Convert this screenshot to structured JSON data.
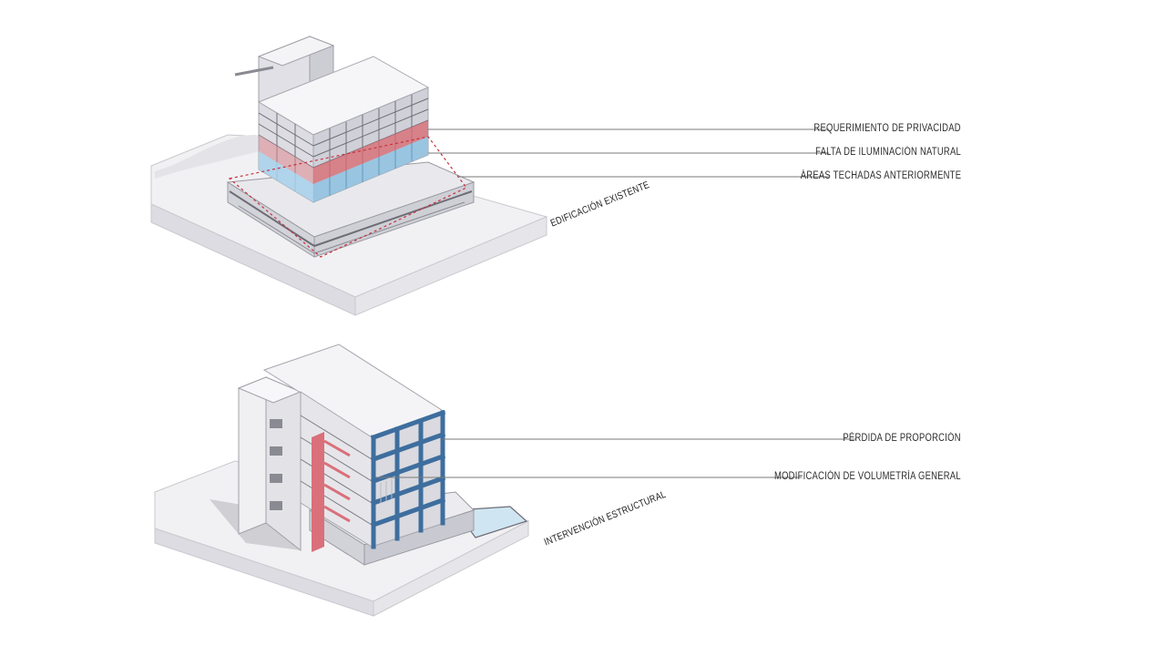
{
  "top_model": {
    "label": "EDIFICACIÓN EXISTENTE",
    "annotations": [
      "REQUERIMIENTO DE PRIVACIDAD",
      "FALTA DE ILUMINACIÓN NATURAL",
      "ÁREAS TECHADAS ANTERIORMENTE"
    ]
  },
  "bottom_model": {
    "label": "INTERVENCIÓN ESTRUCTURAL",
    "annotations": [
      "PÉRDIDA DE PROPORCIÓN",
      "MODIFICACIÓN DE VOLUMETRÍA GENERAL"
    ]
  },
  "colors": {
    "privacy_red": "#d96a72",
    "glazing_blue": "#8fc3e3",
    "structure_blue": "#3e6e9e",
    "column_red": "#d9707a",
    "massing": "#eeeef0",
    "leader_line": "#7a7a7a"
  }
}
